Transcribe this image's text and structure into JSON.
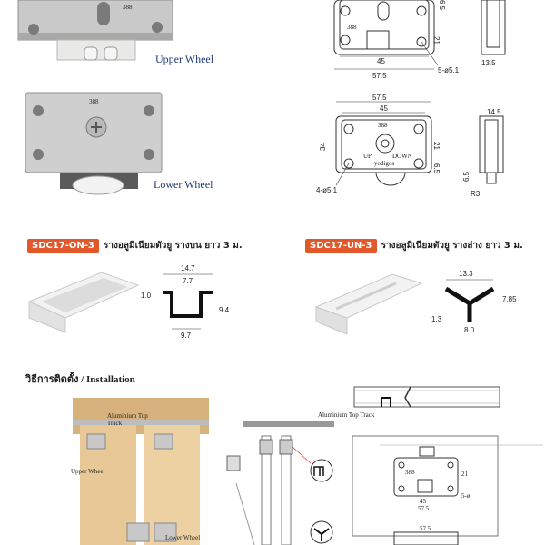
{
  "wheels": {
    "upper_label": "Upper Wheel",
    "lower_label": "Lower Wheel"
  },
  "plate_mark_upper": "388",
  "plate_mark_lower": "388",
  "lower_text_up": "UP",
  "lower_text_down": "DOWN",
  "lower_brand": "yodigos",
  "upper_drawing": {
    "dim_45": "45",
    "dim_57_5": "57.5",
    "dim_21": "21",
    "dim_6_5": "6.5",
    "dim_holes": "5-ø5.1",
    "dim_side": "13.5"
  },
  "lower_drawing": {
    "dim_57_5": "57.5",
    "dim_45": "45",
    "dim_34": "34",
    "dim_21": "21",
    "dim_6_5": "6.5",
    "dim_holes": "4-ø5.1",
    "dim_side": "14.5",
    "dim_6_5b": "6.5",
    "dim_r3": "R3"
  },
  "tracks": [
    {
      "code": "SDC17-ON-3",
      "desc": "รางอลูมิเนียมตัวยู รางบน ยาว 3 ม.",
      "dims": {
        "top": "14.7",
        "inner": "7.7",
        "left": "1.0",
        "height": "9.4",
        "bottom": "9.7"
      }
    },
    {
      "code": "SDC17-UN-3",
      "desc": "รางอลูมิเนียมตัวยู รางล่าง ยาว 3 ม.",
      "dims": {
        "top": "13.3",
        "height": "7.85",
        "left": "1.3",
        "bottom": "8.0"
      }
    }
  ],
  "installation": {
    "title": "วิธีการติดตั้ง / Installation",
    "labels": {
      "track": "Aluminium Top Track",
      "upper": "Upper Wheel",
      "lower": "Lower Wheel",
      "track2": "Aluminium Top Track"
    },
    "mini": {
      "a": "45",
      "b": "57.5",
      "c": "21",
      "d": "5-ø",
      "e": "57.5",
      "mark": "388"
    }
  }
}
